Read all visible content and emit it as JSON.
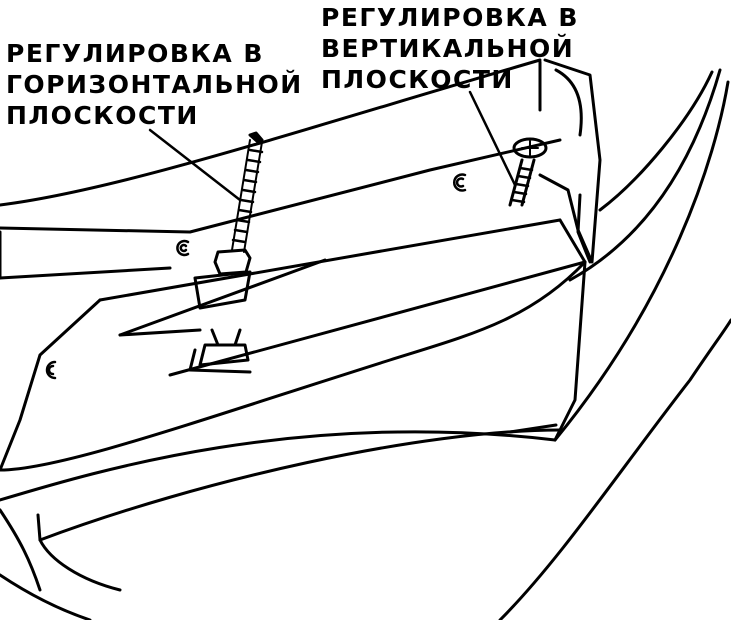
{
  "labels": {
    "horizontal": [
      "РЕГУЛИРОВКА В",
      "ГОРИЗОНТАЛЬНОЙ",
      "ПЛОСКОСТИ"
    ],
    "vertical": [
      "РЕГУЛИРОВКА В",
      "ВЕРТИКАЛЬНОЙ",
      "ПЛОСКОСТИ"
    ]
  },
  "colors": {
    "line": "#000000",
    "background": "#ffffff"
  }
}
